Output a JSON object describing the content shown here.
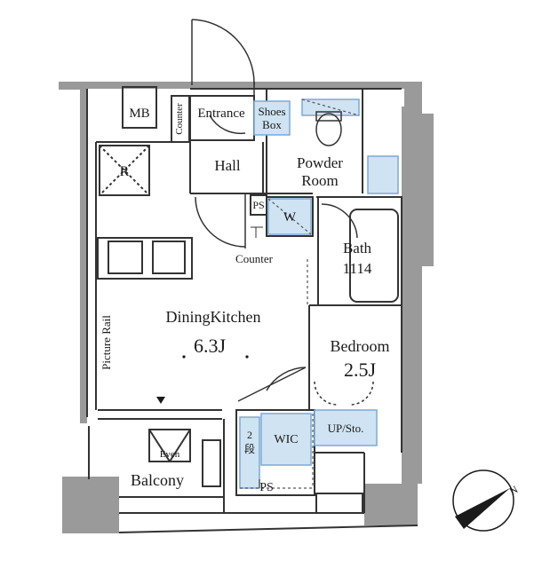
{
  "labels": {
    "mb": "MB",
    "counter_top": "Counter",
    "entrance": "Entrance",
    "shoes_box_1": "Shoes",
    "shoes_box_2": "Box",
    "hall": "Hall",
    "powder_room_1": "Powder",
    "powder_room_2": "Room",
    "ps_upper": "PS",
    "w": "W",
    "counter": "Counter",
    "r": "R",
    "bath": "Bath",
    "bath_size": "1114",
    "dining_kitchen": "DiningKitchen",
    "dining_kitchen_size": "6.3J",
    "bedroom": "Bedroom",
    "bedroom_size": "2.5J",
    "picture_rail": "Picture Rail",
    "up_sto": "UP/Sto.",
    "wic": "WIC",
    "steps_1": "2",
    "steps_2": "段",
    "even": "Even",
    "balcony": "Balcony",
    "ps_lower": "PS",
    "north": "N"
  },
  "colors": {
    "wall": "#9a9a9a",
    "wall_dark": "#555555",
    "line": "#333333",
    "storage": "#cfe3f2",
    "storage_edge": "#7aa9d6",
    "ink": "#1a1a1a"
  },
  "icons": {
    "compass": "north-arrow-icon",
    "floor_drain": "triangle-marker-icon"
  }
}
